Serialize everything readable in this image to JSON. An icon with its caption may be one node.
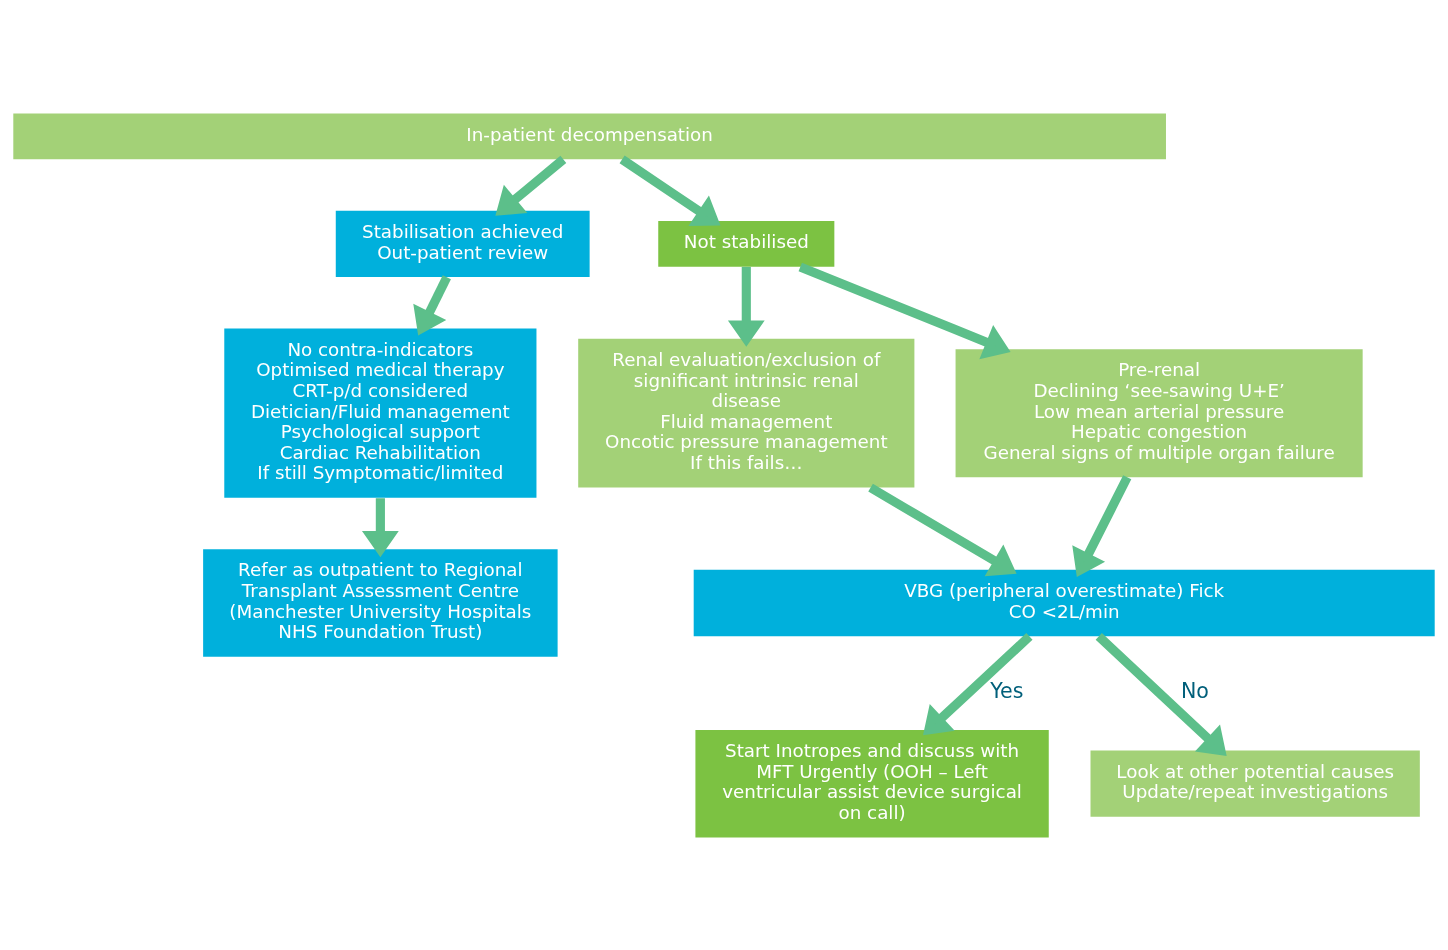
{
  "diagram": {
    "nodes": [
      {
        "text": [
          "In-patient decompensation"
        ]
      },
      {
        "text": [
          "Stabilisation achieved",
          "Out-patient review"
        ]
      },
      {
        "text": [
          "Not stabilised"
        ]
      },
      {
        "text": [
          "No contra-indicators",
          "Optimised medical therapy",
          "CRT-p/d considered",
          "Dietician/Fluid management",
          "Psychological support",
          "Cardiac Rehabilitation",
          "If still Symptomatic/limited"
        ]
      },
      {
        "text": [
          "Renal evaluation/exclusion of significant intrinsic renal disease",
          "Fluid management",
          "Oncotic pressure management",
          "If this fails…"
        ]
      },
      {
        "text": [
          "Pre-renal",
          "Declining ‘see-sawing U+E’",
          "Low mean arterial pressure",
          "Hepatic congestion",
          "General signs of multiple organ failure"
        ]
      },
      {
        "text": [
          "Refer as outpatient to Regional Transplant Assessment Centre (Manchester University Hospitals NHS Foundation Trust)"
        ]
      },
      {
        "text": [
          "VBG (peripheral overestimate) Fick CO <2L/min"
        ]
      },
      {
        "text": [
          "Start Inotropes and discuss with MFT Urgently (OOH – Left ventricular assist device surgical on call)"
        ]
      },
      {
        "text": [
          "Look at other potential causes",
          "Update/repeat investigations"
        ]
      }
    ],
    "edges": [
      {
        "from": 0,
        "to": 1,
        "arrow": "to"
      },
      {
        "from": 0,
        "to": 2,
        "arrow": "to"
      },
      {
        "from": 1,
        "to": 3,
        "arrow": "to"
      },
      {
        "from": 3,
        "to": 6,
        "arrow": "to"
      },
      {
        "from": 2,
        "to": 4,
        "arrow": "to"
      },
      {
        "from": 2,
        "to": 5,
        "arrow": "to"
      },
      {
        "from": 4,
        "to": 7,
        "arrow": "to"
      },
      {
        "from": 5,
        "to": 7,
        "arrow": "to"
      },
      {
        "from": 7,
        "to": 8,
        "arrow": "to",
        "label": "Yes"
      },
      {
        "from": 7,
        "to": 9,
        "arrow": "to",
        "label": "No"
      }
    ]
  }
}
